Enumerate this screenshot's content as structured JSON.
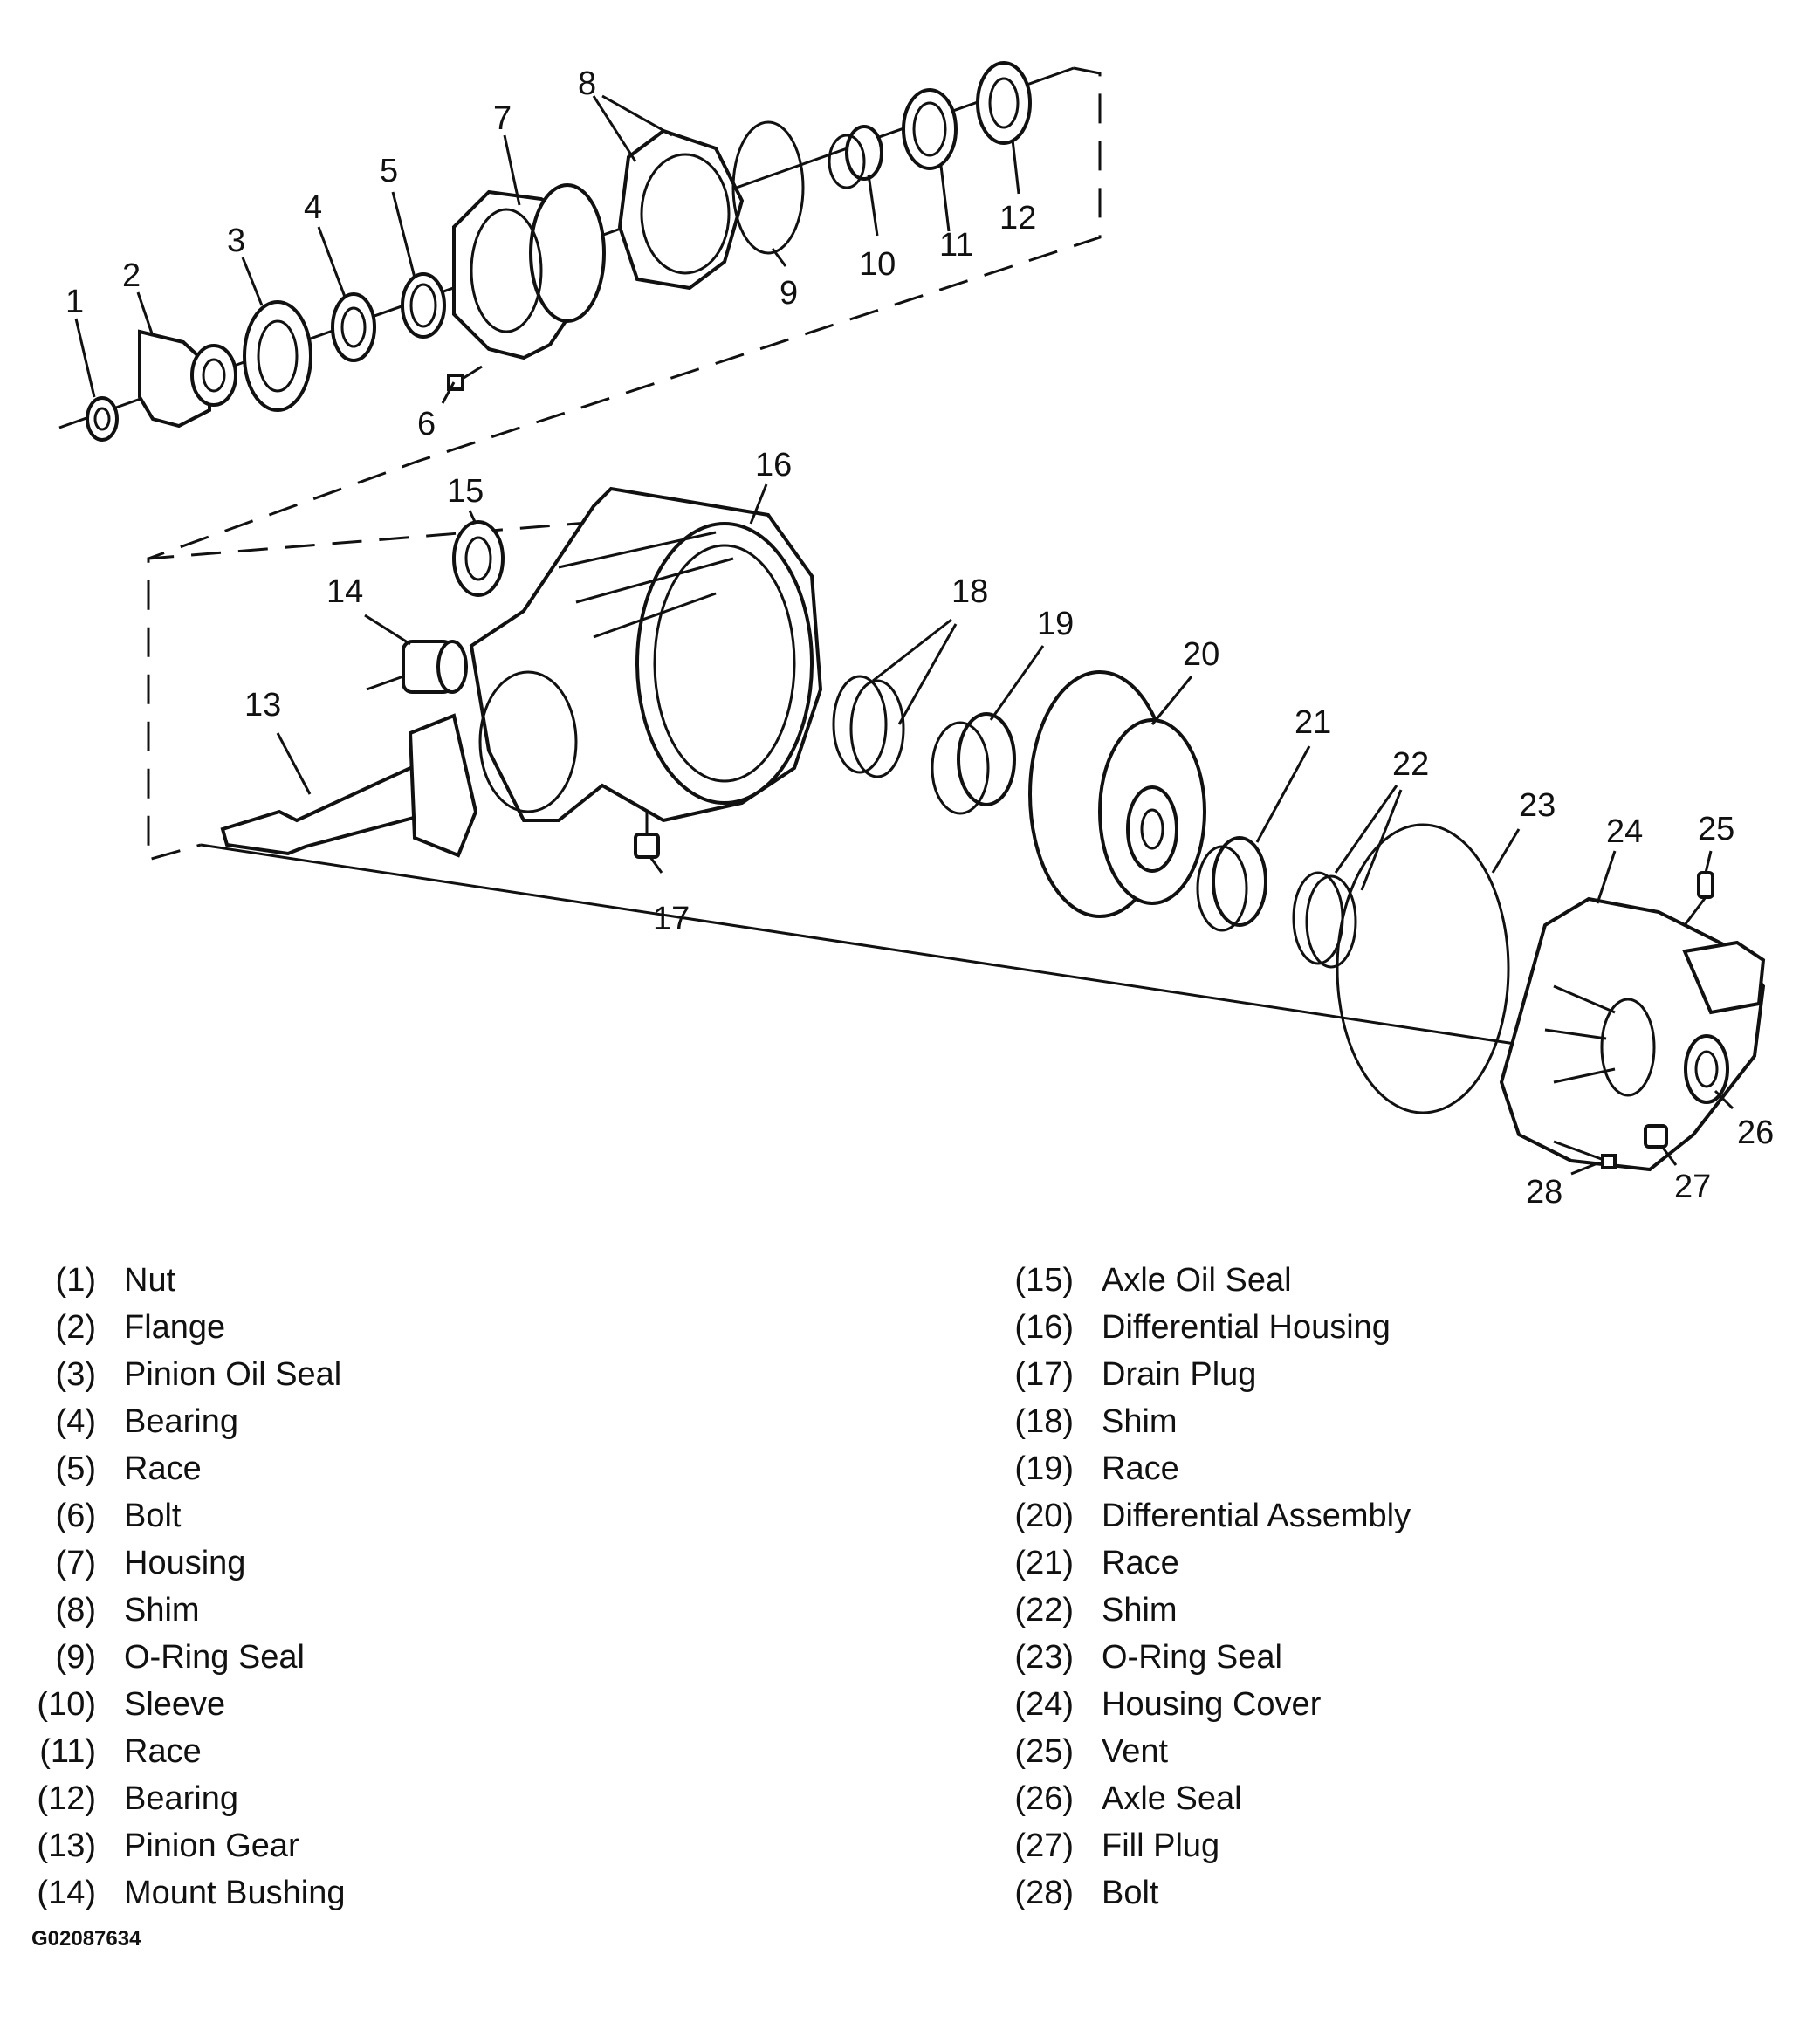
{
  "callouts": [
    "1",
    "2",
    "3",
    "4",
    "5",
    "6",
    "7",
    "8",
    "9",
    "10",
    "11",
    "12",
    "13",
    "14",
    "15",
    "16",
    "17",
    "18",
    "19",
    "20",
    "21",
    "22",
    "23",
    "24",
    "25",
    "26",
    "27",
    "28"
  ],
  "legend_left": [
    {
      "num": "(1)",
      "name": "Nut"
    },
    {
      "num": "(2)",
      "name": "Flange"
    },
    {
      "num": "(3)",
      "name": "Pinion Oil Seal"
    },
    {
      "num": "(4)",
      "name": "Bearing"
    },
    {
      "num": "(5)",
      "name": "Race"
    },
    {
      "num": "(6)",
      "name": "Bolt"
    },
    {
      "num": "(7)",
      "name": "Housing"
    },
    {
      "num": "(8)",
      "name": "Shim"
    },
    {
      "num": "(9)",
      "name": "O-Ring Seal"
    },
    {
      "num": "(10)",
      "name": "Sleeve"
    },
    {
      "num": "(11)",
      "name": "Race"
    },
    {
      "num": "(12)",
      "name": "Bearing"
    },
    {
      "num": "(13)",
      "name": "Pinion Gear"
    },
    {
      "num": "(14)",
      "name": "Mount Bushing"
    }
  ],
  "legend_right": [
    {
      "num": "(15)",
      "name": "Axle Oil Seal"
    },
    {
      "num": "(16)",
      "name": "Differential Housing"
    },
    {
      "num": "(17)",
      "name": "Drain Plug"
    },
    {
      "num": "(18)",
      "name": "Shim"
    },
    {
      "num": "(19)",
      "name": "Race"
    },
    {
      "num": "(20)",
      "name": "Differential Assembly"
    },
    {
      "num": "(21)",
      "name": "Race"
    },
    {
      "num": "(22)",
      "name": "Shim"
    },
    {
      "num": "(23)",
      "name": "O-Ring Seal"
    },
    {
      "num": "(24)",
      "name": "Housing Cover"
    },
    {
      "num": "(25)",
      "name": "Vent"
    },
    {
      "num": "(26)",
      "name": "Axle Seal"
    },
    {
      "num": "(27)",
      "name": "Fill Plug"
    },
    {
      "num": "(28)",
      "name": "Bolt"
    }
  ],
  "figure_code": "G02087634"
}
